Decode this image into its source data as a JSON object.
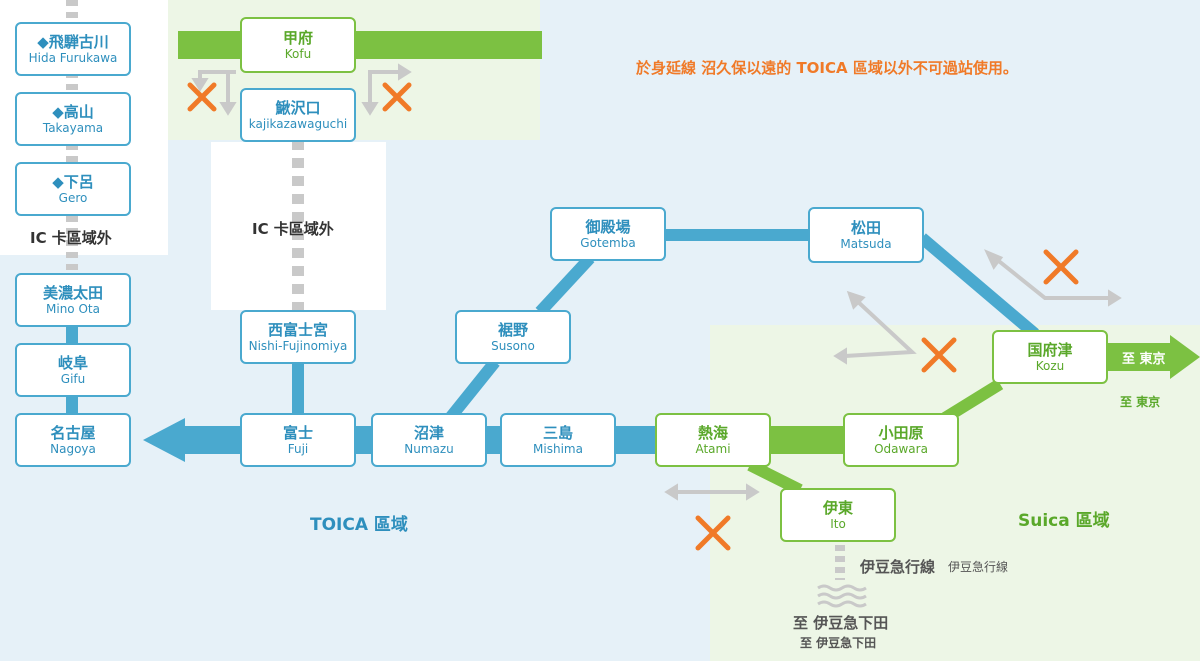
{
  "colors": {
    "toica": "#4aa9cf",
    "suica": "#7cc142",
    "notice": "#f07a28",
    "toica_bg": "#e6f1f8",
    "suica_bg": "#edf6e6"
  },
  "notice": "於身延線 沼久保以遠的 TOICA 區域以外不可過站使用。",
  "labels": {
    "ic_outside_left": "IC 卡區域外",
    "ic_outside_center": "IC 卡區域外",
    "toica_area": "TOICA 區域",
    "suica_area": "Suica 區域",
    "to_tokyo_arrow": "至 東京",
    "to_tokyo_small": "至 東京",
    "izukyu_line": "伊豆急行線",
    "izukyu_line_small": "伊豆急行線",
    "to_izukyu_shimoda": "至 伊豆急下田",
    "to_izukyu_shimoda_small": "至 伊豆急下田"
  },
  "stations": {
    "hida_furukawa": {
      "jp": "◆飛騨古川",
      "en": "Hida Furukawa"
    },
    "takayama": {
      "jp": "◆高山",
      "en": "Takayama"
    },
    "gero": {
      "jp": "◆下呂",
      "en": "Gero"
    },
    "mino_ota": {
      "jp": "美濃太田",
      "en": "Mino Ota"
    },
    "gifu": {
      "jp": "岐阜",
      "en": "Gifu"
    },
    "nagoya": {
      "jp": "名古屋",
      "en": "Nagoya"
    },
    "kofu": {
      "jp": "甲府",
      "en": "Kofu"
    },
    "kajikazawaguchi": {
      "jp": "鰍沢口",
      "en": "kajikazawaguchi"
    },
    "nishi_fujinomiya": {
      "jp": "西富士宮",
      "en": "Nishi-Fujinomiya"
    },
    "fuji": {
      "jp": "富士",
      "en": "Fuji"
    },
    "numazu": {
      "jp": "沼津",
      "en": "Numazu"
    },
    "mishima": {
      "jp": "三島",
      "en": "Mishima"
    },
    "susono": {
      "jp": "裾野",
      "en": "Susono"
    },
    "gotemba": {
      "jp": "御殿場",
      "en": "Gotemba"
    },
    "matsuda": {
      "jp": "松田",
      "en": "Matsuda"
    },
    "atami": {
      "jp": "熱海",
      "en": "Atami"
    },
    "odawara": {
      "jp": "小田原",
      "en": "Odawara"
    },
    "kozu": {
      "jp": "国府津",
      "en": "Kozu"
    },
    "ito": {
      "jp": "伊東",
      "en": "Ito"
    }
  }
}
